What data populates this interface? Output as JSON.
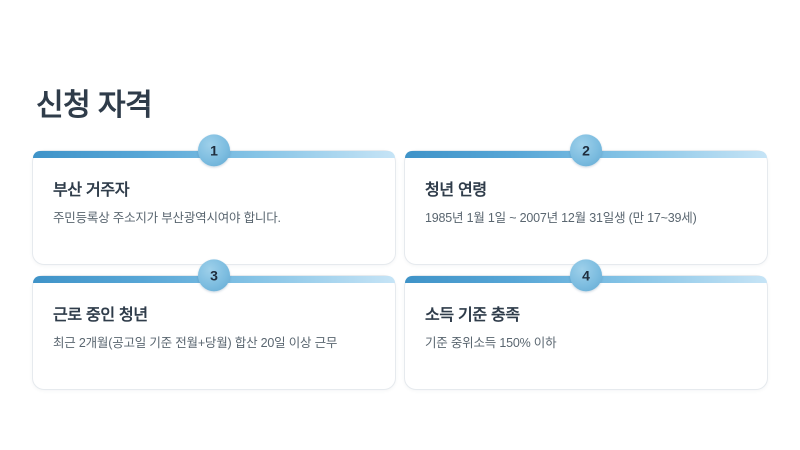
{
  "page": {
    "title": "신청 자격",
    "background_color": "#ffffff",
    "title_color": "#2f3c4a"
  },
  "theme": {
    "bar_gradient_start": "#3f93c8",
    "bar_gradient_end": "#c6e4f6",
    "badge_color": "#7dbde0",
    "badge_text_color": "#1f2d3d",
    "card_background": "#ffffff",
    "card_border": "#e6eaee",
    "heading_color": "#2f3c4a",
    "description_color": "#5a6670"
  },
  "cards": [
    {
      "number": "1",
      "title": "부산 거주자",
      "description": "주민등록상 주소지가 부산광역시여야 합니다."
    },
    {
      "number": "2",
      "title": "청년 연령",
      "description": "1985년 1월 1일 ~ 2007년 12월 31일생 (만 17~39세)"
    },
    {
      "number": "3",
      "title": "근로 중인 청년",
      "description": "최근 2개월(공고일 기준 전월+당월) 합산 20일 이상 근무"
    },
    {
      "number": "4",
      "title": "소득 기준 충족",
      "description": "기준 중위소득 150% 이하"
    }
  ]
}
